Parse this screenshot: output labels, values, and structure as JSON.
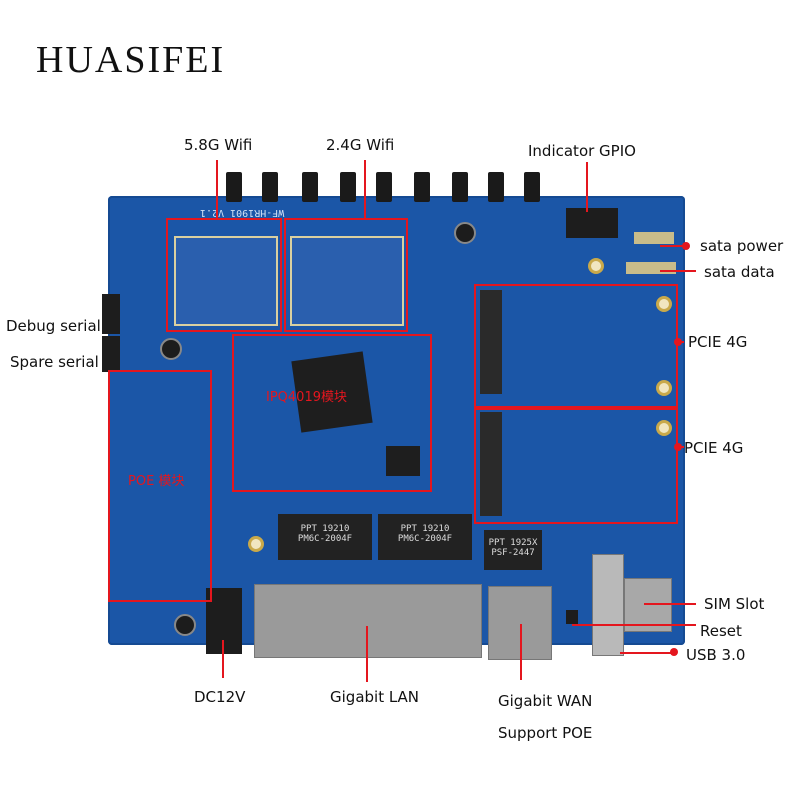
{
  "brand": "HUASIFEI",
  "board_print": "WF-HR1901 V2.1",
  "labels": {
    "wifi58": "5.8G Wifi",
    "wifi24": "2.4G Wifi",
    "gpio": "Indicator GPIO",
    "sata_power": "sata power",
    "sata_data": "sata data",
    "debug_serial": "Debug serial",
    "spare_serial": "Spare serial",
    "pcie1": "PCIE 4G",
    "pcie2": "PCIE 4G",
    "sim": "SIM Slot",
    "reset": "Reset",
    "usb": "USB 3.0",
    "dc": "DC12V",
    "lan": "Gigabit LAN",
    "wan": "Gigabit WAN",
    "poe_support": "Support POE"
  },
  "board_marks": {
    "cpu": "IPQ4019模块",
    "poe": "POE 模块",
    "mag1": "PPT 19210",
    "mag1b": "PM6C-2004F",
    "mag2": "PPT 19210",
    "mag2b": "PM6C-2004F",
    "mag3": "PPT 1925X",
    "mag3b": "PSF-2447"
  },
  "colors": {
    "board": "#1b56a7",
    "annotation": "#e4161e"
  }
}
